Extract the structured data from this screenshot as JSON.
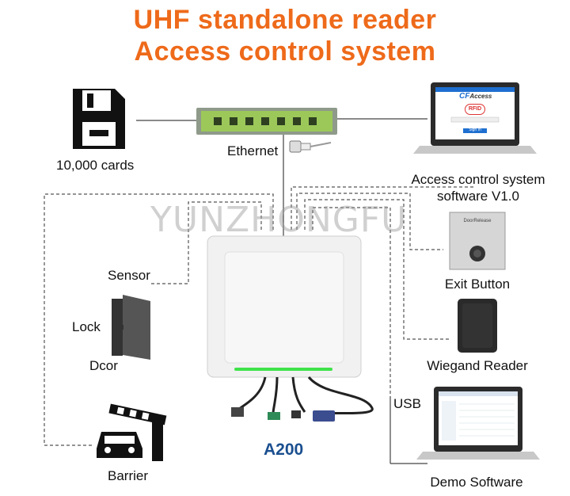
{
  "title": {
    "line1": "UHF standalone reader",
    "line2": "Access control system"
  },
  "labels": {
    "cards": "10,000 cards",
    "ethernet": "Ethernet",
    "software_line1": "Access control system",
    "software_line2": "software V1.0",
    "exit_button": "Exit Button",
    "sensor": "Sensor",
    "lock": "Lock",
    "door": "Dcor",
    "wiegand": "Wiegand Reader",
    "usb": "USB",
    "barrier": "Barrier",
    "demo": "Demo Software",
    "model": "A200"
  },
  "watermark": "YUNZHONGFU",
  "screens": {
    "access_brand": "CF",
    "access_brand_sub": "Access",
    "access_badge": "RFID",
    "access_signin": "Sign In",
    "exit_plate_text": "DoorRelease"
  },
  "colors": {
    "title": "#ee6a1a",
    "model": "#1a4f8f",
    "switch_green": "#9cc85a",
    "led_green": "#3ee24a"
  }
}
